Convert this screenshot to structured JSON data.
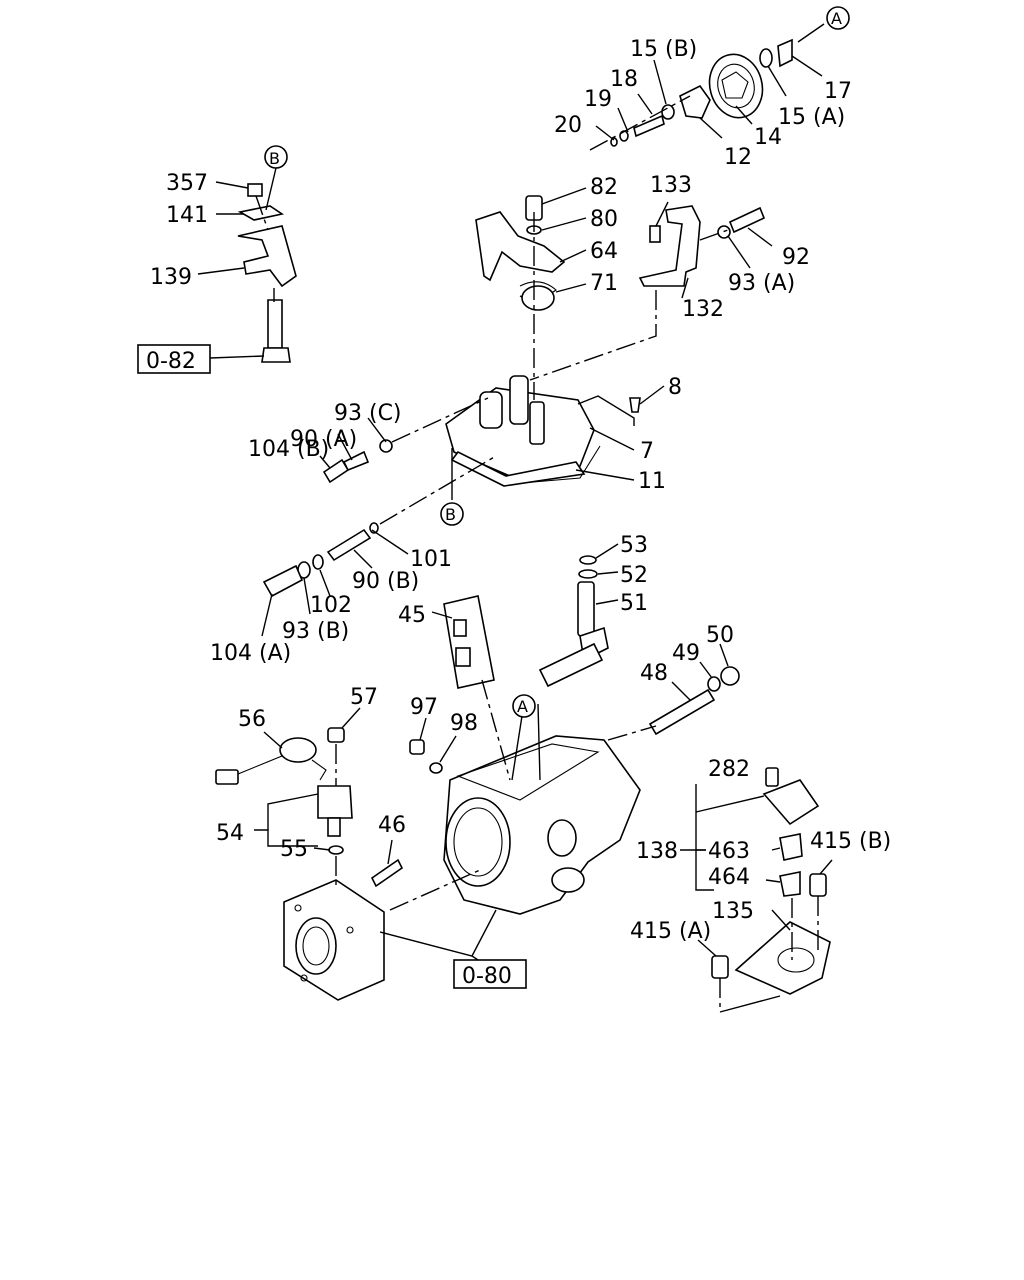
{
  "callouts": {
    "c_357": "357",
    "c_141": "141",
    "c_139": "139",
    "c_B_top": "B",
    "c_82": "82",
    "c_80": "80",
    "c_64": "64",
    "c_71": "71",
    "c_133": "133",
    "c_132": "132",
    "c_92": "92",
    "c_93A": "93 (A)",
    "c_8": "8",
    "c_7": "7",
    "c_11": "11",
    "c_93C": "93 (C)",
    "c_90A": "90 (A)",
    "c_104B": "104 (B)",
    "c_B_mid": "B",
    "c_101": "101",
    "c_90B": "90 (B)",
    "c_102": "102",
    "c_93B": "93 (B)",
    "c_104A": "104 (A)",
    "c_15B": "15 (B)",
    "c_18": "18",
    "c_19": "19",
    "c_20": "20",
    "c_12": "12",
    "c_14": "14",
    "c_15A": "15 (A)",
    "c_17": "17",
    "c_A_top": "A",
    "c_53": "53",
    "c_52": "52",
    "c_51": "51",
    "c_45": "45",
    "c_48": "48",
    "c_49": "49",
    "c_50": "50",
    "c_56": "56",
    "c_57": "57",
    "c_97": "97",
    "c_98": "98",
    "c_A_mid": "A",
    "c_54": "54",
    "c_55": "55",
    "c_46": "46",
    "c_282": "282",
    "c_138": "138",
    "c_463": "463",
    "c_415B": "415 (B)",
    "c_464": "464",
    "c_135": "135",
    "c_415A": "415 (A)"
  },
  "refs": {
    "ref_082": "0-82",
    "ref_080": "0-80"
  }
}
